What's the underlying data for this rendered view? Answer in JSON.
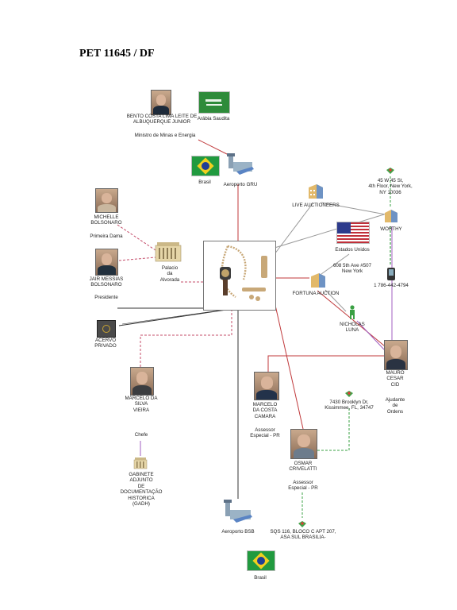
{
  "header": {
    "prefix_cap": "P",
    "prefix_rest": "ET",
    "case_number": "11645 / DF"
  },
  "nodes": {
    "bento": "BENTO COSTA LIMA LEITE DE\nALBUQUERQUE JUNIOR",
    "bento_role": "Ministro de Minas e Energia",
    "arabia": "Arábia Saudita",
    "brasil_top": "Brasil",
    "aeroporto_gru": "Aeroporto GRU",
    "michelle": "MICHELLE\nBOLSONARO",
    "michelle_role": "Primeira Dama",
    "jair": "JAIR MESSIAS\nBOLSONARO",
    "jair_role": "Presidente",
    "palacio": "Palacio\nda\nAlvorada",
    "acervo": "ACERVO\nPRIVADO",
    "marcelo_vieira": "MARCELO DA\nSILVA\nVIEIRA",
    "marcelo_vieira_role": "Chefe",
    "gadh": "GABINETE\nADJUNTO\nDE\nDOCUMENTAÇÃO\nHISTORICA\n(GADH)",
    "aeroporto_bsb": "Aeroporto BSB",
    "brasil_bottom": "Brasil",
    "marcelo_camara": "MARCELO\nDA COSTA\nCAMARA",
    "marcelo_camara_role": "Assessor\nEspecial - PR",
    "osmar": "OSMAR\nCRIVELATTI",
    "osmar_role": "Assessor\nEspecial - PR",
    "sqs_address": "SQS 116, BLOCO C APT 207,\nASA SUL BRASILIA-",
    "live_auctioneers": "LIVE AUCTIONEERS",
    "estados_unidos": "Estados Unidos",
    "fifth_ave": "608 5th Ave #507\nNew York",
    "fortuna": "FORTUNA AUCTION",
    "nicholas": "NICHOLAS\nLUNA",
    "mauro": "MAURO\nCESAR\nCID",
    "mauro_role": "Ajudante\nde\nOrdens",
    "kissimmee": "7430 Brooklyn Dr,\nKissimmee, FL, 34747",
    "ny_address": "45 W 45 St,\n4th Floor, New York,\nNY 10036",
    "worthy": "WORTHY",
    "phone": "1 786-442-4794"
  },
  "colors": {
    "red": "#c0393b",
    "pink_dashed": "#c44d6a",
    "gray": "#9a9a9a",
    "dark": "#333333",
    "green_dashed": "#3aa043",
    "purple": "#a05fc0"
  }
}
